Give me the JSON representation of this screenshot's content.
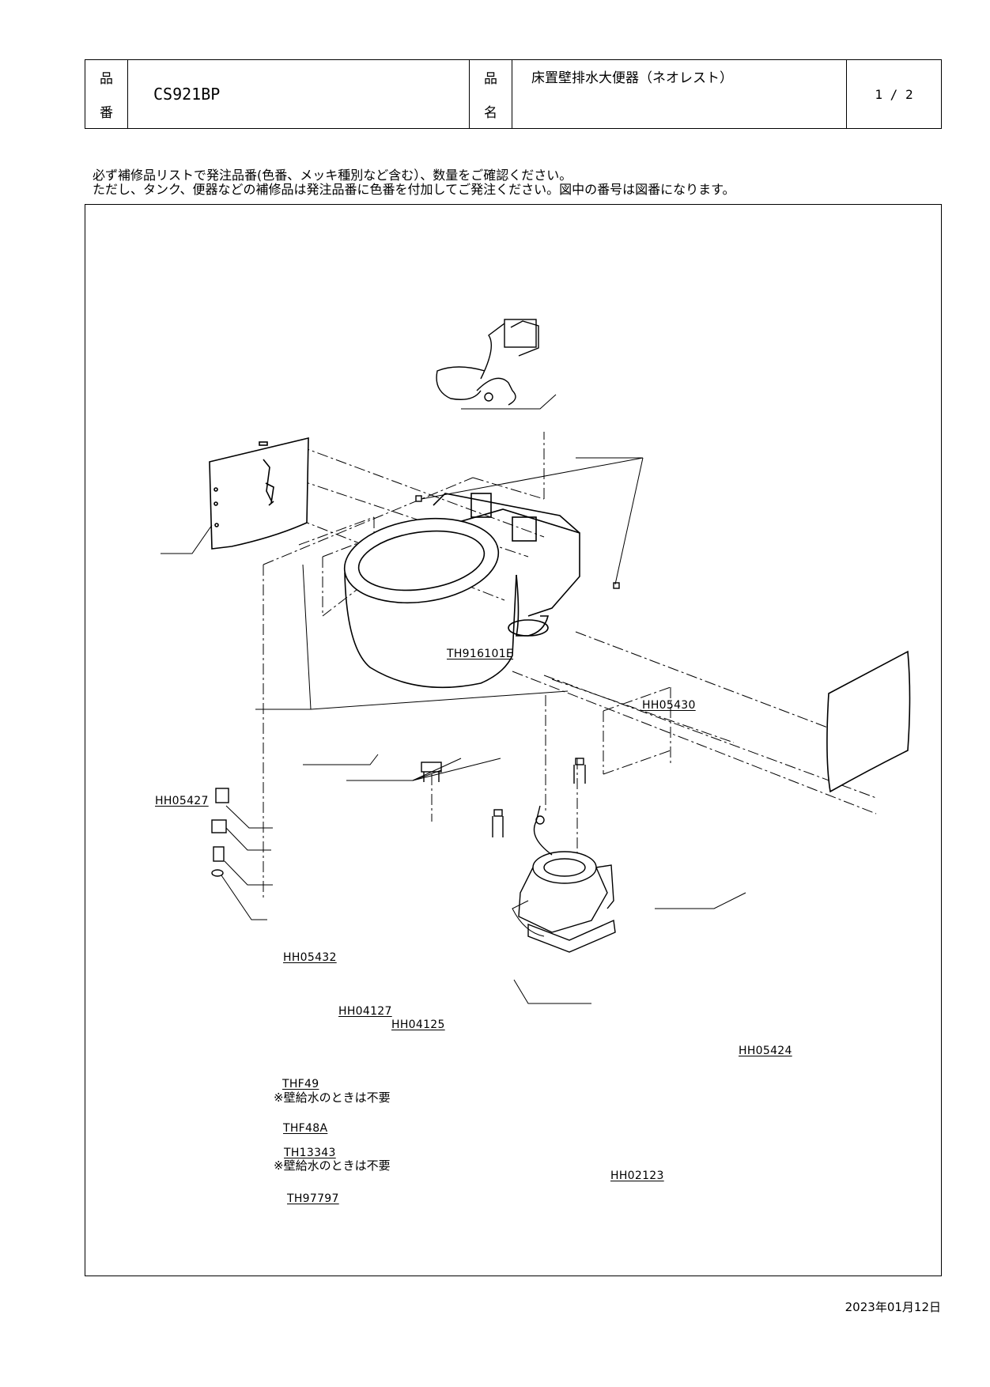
{
  "header": {
    "code_label_1": "品",
    "code_label_2": "番",
    "product_code": "CS921BP",
    "name_label_1": "品",
    "name_label_2": "名",
    "product_name": "床置壁排水大便器（ネオレスト）",
    "page": "1 / 2"
  },
  "notice": {
    "line1": "必ず補修品リストで発注品番(色番、メッキ種別など含む）、数量をご確認ください。",
    "line2": "ただし、タンク、便器などの補修品は発注品番に色番を付加してご発注ください。図中の番号は図番になります。"
  },
  "parts": {
    "th916101e": "TH916101E",
    "hh05430": "HH05430",
    "hh05427": "HH05427",
    "hh05432": "HH05432",
    "hh04127": "HH04127",
    "hh04125": "HH04125",
    "hh05424": "HH05424",
    "thf49": "THF49",
    "thf48a": "THF48A",
    "th13343": "TH13343",
    "th97797": "TH97797",
    "hh02123": "HH02123"
  },
  "notes": {
    "wall_supply_1": "※壁給水のときは不要",
    "wall_supply_2": "※壁給水のときは不要"
  },
  "date": "2023年01月12日"
}
